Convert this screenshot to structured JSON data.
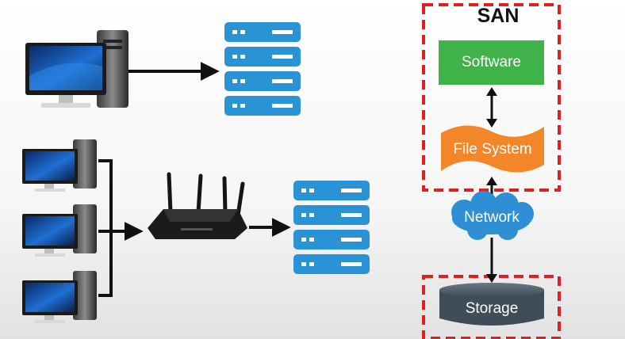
{
  "san": {
    "title": "SAN",
    "software_label": "Software",
    "filesystem_label": "File System",
    "network_label": "Network",
    "storage_label": "Storage"
  },
  "colors": {
    "dashed_border": "#e02020",
    "software": "#3fb24a",
    "filesystem": "#f4862a",
    "network": "#2e8fd4",
    "storage": "#3f4d58",
    "server_rack": "#2a93d5",
    "arrow": "#111111"
  },
  "icons": {
    "computer": "desktop-computer-icon",
    "server": "server-stack-icon",
    "router": "wifi-router-icon"
  }
}
